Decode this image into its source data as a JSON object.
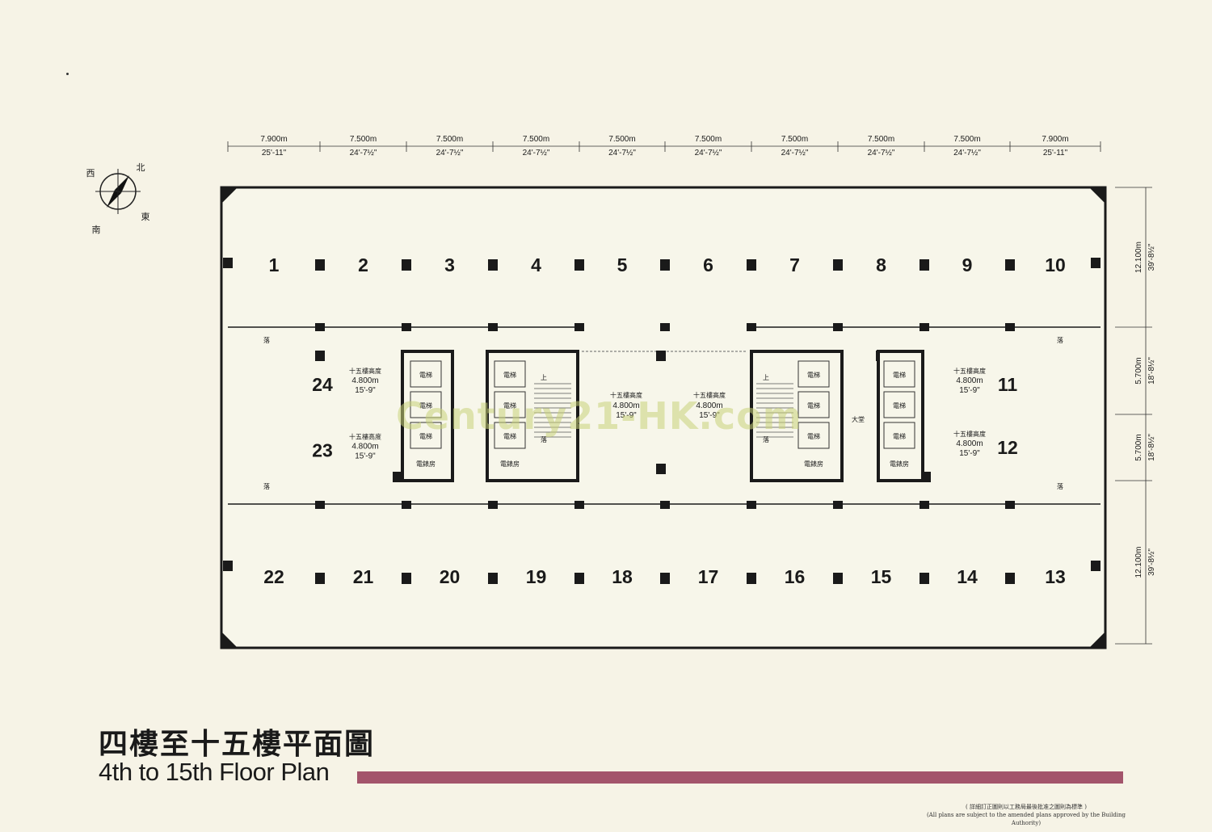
{
  "title_cn": "四樓至十五樓平面圖",
  "title_en": "4th to 15th Floor Plan",
  "footnote": {
    "line1": "( 詳細訂正圖則以工務局最後批准之圖則為標準 )",
    "line2": "(All plans are subject to the amended plans approved by the Building Authority)"
  },
  "watermark": "Century21-HK.com",
  "compass": {
    "north": "北",
    "east": "東",
    "south": "南",
    "west": "西"
  },
  "top_dimensions": [
    {
      "m": "7.900m",
      "ft": "25'-11\""
    },
    {
      "m": "7.500m",
      "ft": "24'-7½\""
    },
    {
      "m": "7.500m",
      "ft": "24'-7½\""
    },
    {
      "m": "7.500m",
      "ft": "24'-7½\""
    },
    {
      "m": "7.500m",
      "ft": "24'-7½\""
    },
    {
      "m": "7.500m",
      "ft": "24'-7½\""
    },
    {
      "m": "7.500m",
      "ft": "24'-7½\""
    },
    {
      "m": "7.500m",
      "ft": "24'-7½\""
    },
    {
      "m": "7.500m",
      "ft": "24'-7½\""
    },
    {
      "m": "7.900m",
      "ft": "25'-11\""
    }
  ],
  "right_dimensions": [
    {
      "m": "12.100m",
      "ft": "39'-8½\""
    },
    {
      "m": "5.700m",
      "ft": "18'-8½\""
    },
    {
      "m": "5.700m",
      "ft": "18'-8½\""
    },
    {
      "m": "12.100m",
      "ft": "39'-8½\""
    }
  ],
  "colors": {
    "pink": "#efd4d2",
    "yellow": "#eef0b0",
    "bar": "#a3546b",
    "wall": "#1a1a1a"
  },
  "units": {
    "top": [
      {
        "label": "1",
        "color": "pink"
      },
      {
        "label": "2",
        "color": "yellow"
      },
      {
        "label": "3",
        "color": "pink"
      },
      {
        "label": "4",
        "color": "yellow"
      },
      {
        "label": "5",
        "color": "pink"
      },
      {
        "label": "6",
        "color": "yellow"
      },
      {
        "label": "7",
        "color": "pink"
      },
      {
        "label": "8",
        "color": "yellow"
      },
      {
        "label": "9",
        "color": "pink"
      },
      {
        "label": "10",
        "color": "yellow"
      }
    ],
    "bottom": [
      {
        "label": "22",
        "color": "yellow"
      },
      {
        "label": "21",
        "color": "pink"
      },
      {
        "label": "20",
        "color": "yellow"
      },
      {
        "label": "19",
        "color": "pink"
      },
      {
        "label": "18",
        "color": "yellow"
      },
      {
        "label": "17",
        "color": "pink"
      },
      {
        "label": "16",
        "color": "yellow"
      },
      {
        "label": "15",
        "color": "pink"
      },
      {
        "label": "14",
        "color": "yellow"
      },
      {
        "label": "13",
        "color": "pink"
      }
    ],
    "middle": [
      {
        "label": "24",
        "color": "yellow",
        "note1": "十五樓高度",
        "note2": "4.800m",
        "note3": "15'-9\""
      },
      {
        "label": "23",
        "color": "pink",
        "note1": "十五樓高度",
        "note2": "4.800m",
        "note3": "15'-9\""
      },
      {
        "label": "11",
        "color": "pink",
        "note1": "十五樓高度",
        "note2": "4.800m",
        "note3": "15'-9\""
      },
      {
        "label": "12",
        "color": "yellow",
        "note1": "十五樓高度",
        "note2": "4.800m",
        "note3": "15'-9\""
      }
    ],
    "center_notes": [
      {
        "note1": "十五樓高度",
        "note2": "4.800m",
        "note3": "15'-9\""
      },
      {
        "note1": "十五樓高度",
        "note2": "4.800m",
        "note3": "15'-9\""
      }
    ]
  },
  "core_labels": {
    "lift": "電梯",
    "elec_room": "電錶房",
    "lobby": "大堂",
    "down": "落",
    "up": "上"
  }
}
